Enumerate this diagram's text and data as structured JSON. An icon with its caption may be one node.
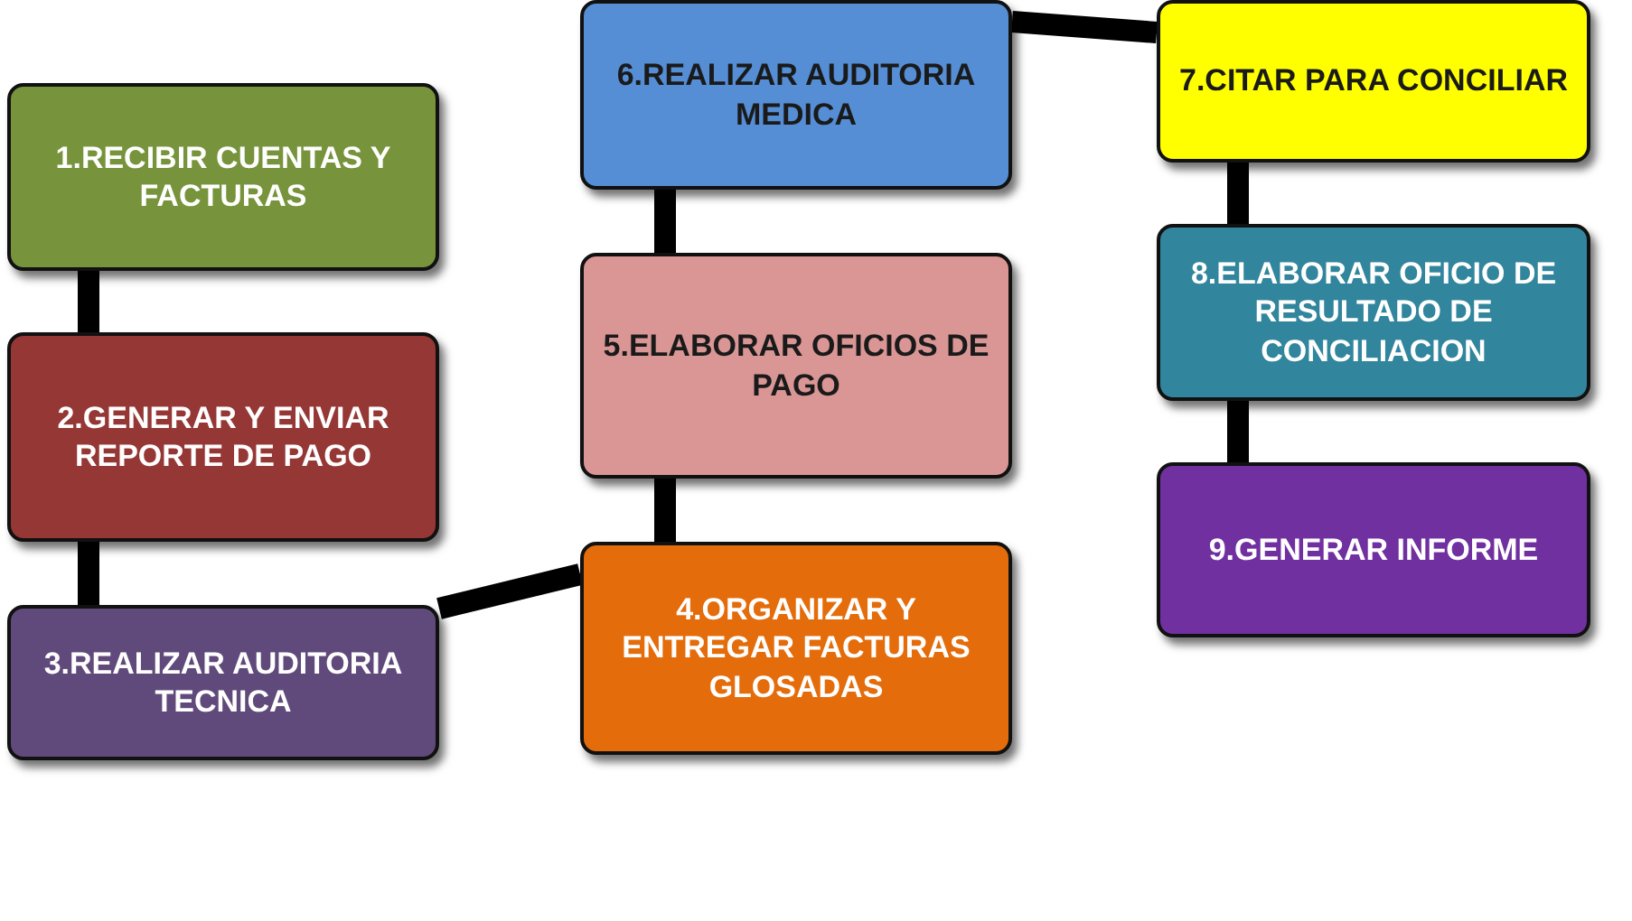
{
  "diagram": {
    "nodes": [
      {
        "text": [
          "1.RECIBIR CUENTAS Y FACTURAS"
        ]
      },
      {
        "text": [
          "2.GENERAR Y ENVIAR REPORTE DE PAGO"
        ]
      },
      {
        "text": [
          "3.REALIZAR AUDITORIA TECNICA"
        ]
      },
      {
        "text": [
          "4.ORGANIZAR Y ENTREGAR FACTURAS GLOSADAS"
        ]
      },
      {
        "text": [
          "5.ELABORAR OFICIOS DE PAGO"
        ]
      },
      {
        "text": [
          "6.REALIZAR AUDITORIA MEDICA"
        ]
      },
      {
        "text": [
          "7.CITAR PARA CONCILIAR"
        ]
      },
      {
        "text": [
          "8.ELABORAR OFICIO DE RESULTADO DE CONCILIACION"
        ]
      },
      {
        "text": [
          "9.GENERAR INFORME"
        ]
      }
    ],
    "edges": [
      {
        "from": 0,
        "to": 1,
        "arrow": "none"
      },
      {
        "from": 1,
        "to": 2,
        "arrow": "none"
      },
      {
        "from": 2,
        "to": 3,
        "arrow": "none"
      },
      {
        "from": 3,
        "to": 4,
        "arrow": "none"
      },
      {
        "from": 4,
        "to": 5,
        "arrow": "none"
      },
      {
        "from": 5,
        "to": 6,
        "arrow": "none"
      },
      {
        "from": 6,
        "to": 7,
        "arrow": "none"
      },
      {
        "from": 7,
        "to": 8,
        "arrow": "none"
      }
    ]
  }
}
